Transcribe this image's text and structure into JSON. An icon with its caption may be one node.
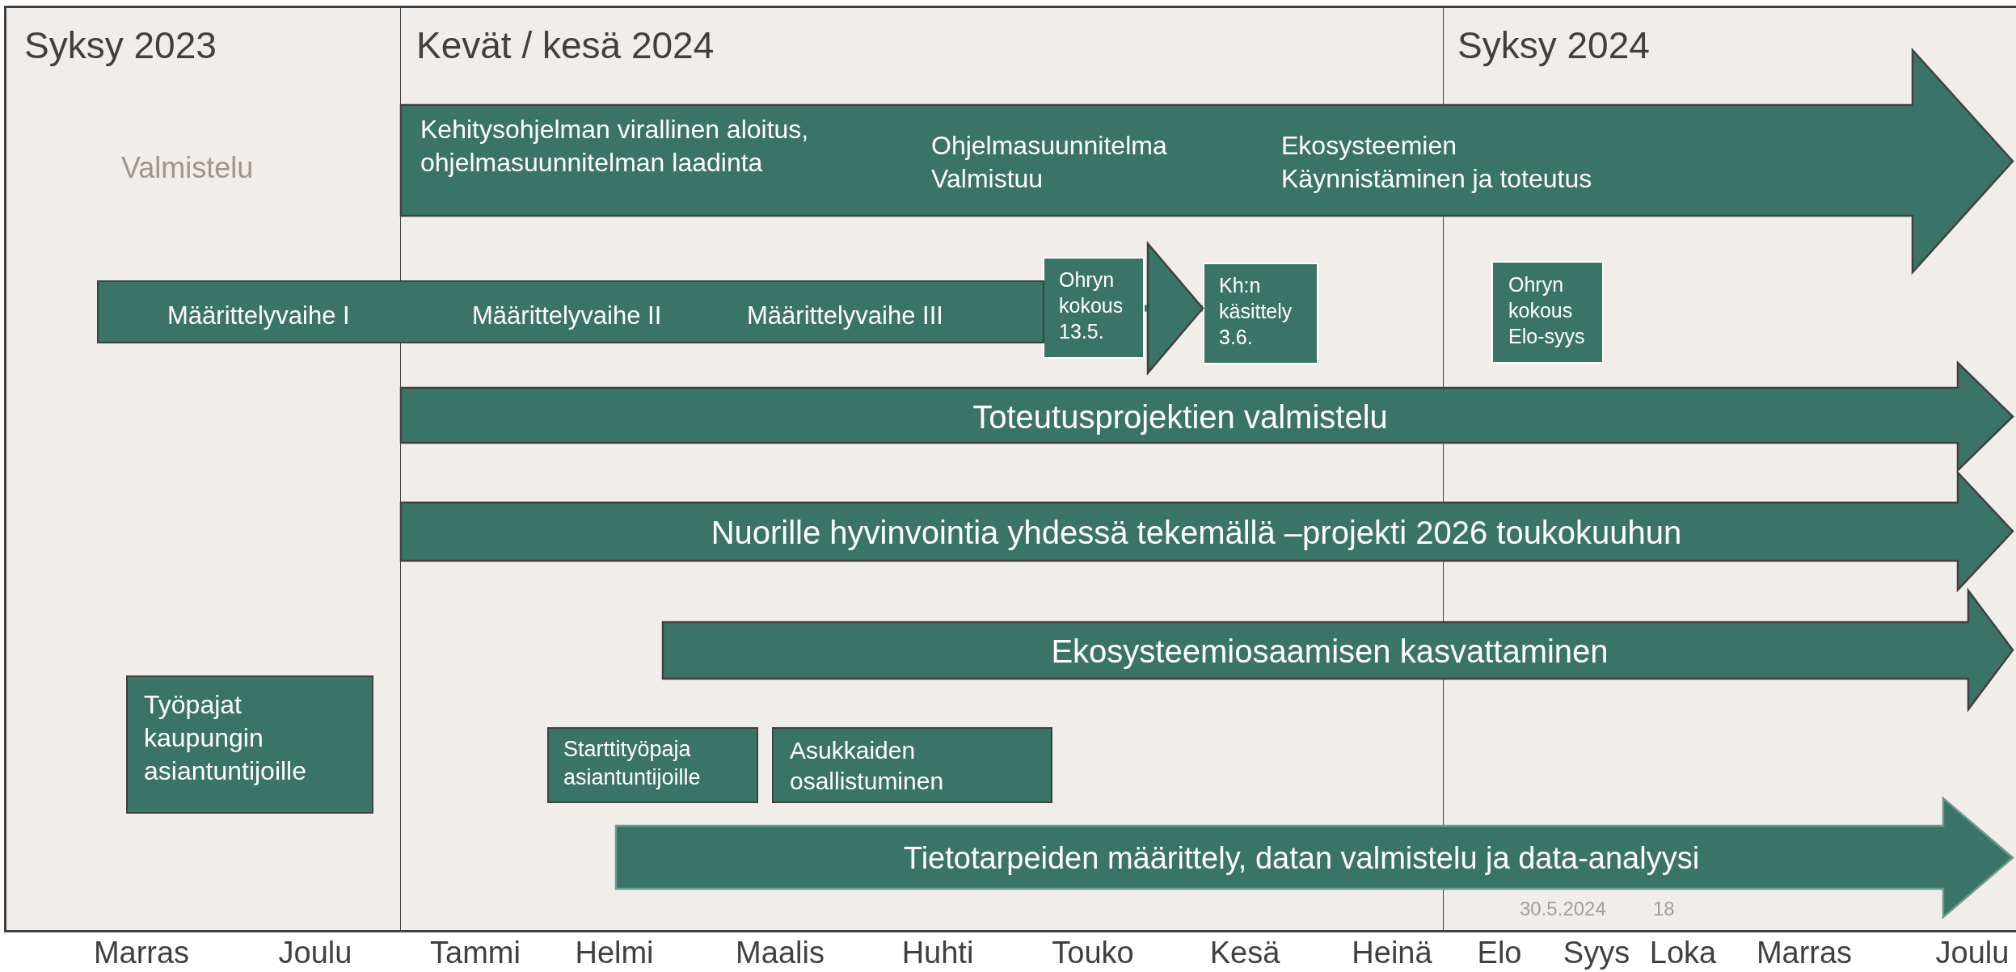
{
  "diagram": {
    "nodes": [
      {
        "text": [
          "Syksy 2023"
        ]
      },
      {
        "text": [
          "Kevät / kesä 2024"
        ]
      },
      {
        "text": [
          "Syksy 2024"
        ]
      },
      {
        "text": [
          "Kehitysohjelman virallinen aloitus, ohjelmasuunnitelman laadinta",
          "Ohjelmasuunnitelma Valmistuu",
          "Ekosysteemien Käynnistäminen ja toteutus"
        ]
      },
      {
        "text": [
          "Määrittelyvaihe I",
          "Määrittelyvaihe II",
          "Määrittelyvaihe III"
        ]
      },
      {
        "text": [
          "Ohryn kokous 13.5."
        ],
        "in": 1
      },
      {
        "text": [
          "Kh:n käsittely 3.6."
        ],
        "in": 1
      },
      {
        "text": [
          "Ohryn kokous Elo-syys"
        ],
        "in": 2
      },
      {
        "text": [
          "Toteutusprojektien valmistelu"
        ]
      },
      {
        "text": [
          "Nuorille hyvinvointia yhdessä tekemällä –projekti 2026 toukokuuhun"
        ]
      },
      {
        "text": [
          "Ekosysteemiosaamisen kasvattaminen"
        ]
      },
      {
        "text": [
          "Työpajat kaupungin asiantuntijoille"
        ],
        "in": 0
      },
      {
        "text": [
          "Starttityöpaja asiantuntijoille"
        ],
        "in": 1
      },
      {
        "text": [
          "Asukkaiden osallistuminen"
        ],
        "in": 1
      },
      {
        "text": [
          "Tietotarpeiden määrittely, datan valmistelu ja data-analyysi"
        ]
      }
    ],
    "edges": [
      {
        "from": 5,
        "to": 6,
        "arrow": "to"
      }
    ],
    "labels": [
      "Valmistelu",
      "Marras",
      "Joulu",
      "Tammi",
      "Helmi",
      "Maalis",
      "Huhti",
      "Touko",
      "Kesä",
      "Heinä",
      "Elo",
      "Syys",
      "Loka",
      "Marras",
      "Joulu",
      "30.5.2024",
      "18"
    ]
  }
}
